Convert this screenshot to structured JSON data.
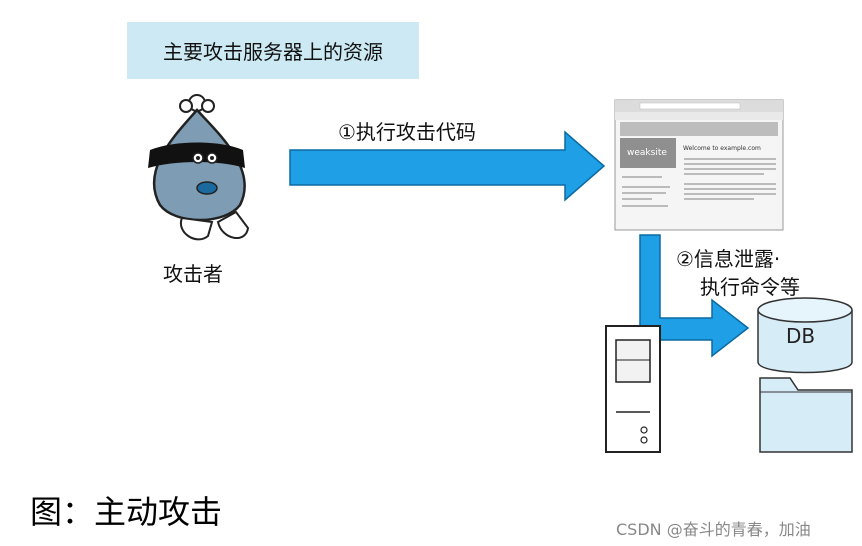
{
  "diagram": {
    "title": "主要攻击服务器上的资源",
    "attack_label": "①执行攻击代码",
    "attacker_label": "攻击者",
    "leak_label_line1": "②信息泄露·",
    "leak_label_line2": "执行命令等",
    "db_label": "DB",
    "browser_site_name": "weaksite",
    "browser_heading": "Welcome to example.com",
    "colors": {
      "title_bg": "#cdeaf4",
      "arrow_blue": "#1e9fe6",
      "db_fill": "#d6edf8",
      "attacker_body": "#7e9db4"
    }
  },
  "caption": "图：主动攻击",
  "watermark": "CSDN @奋斗的青春，加油"
}
